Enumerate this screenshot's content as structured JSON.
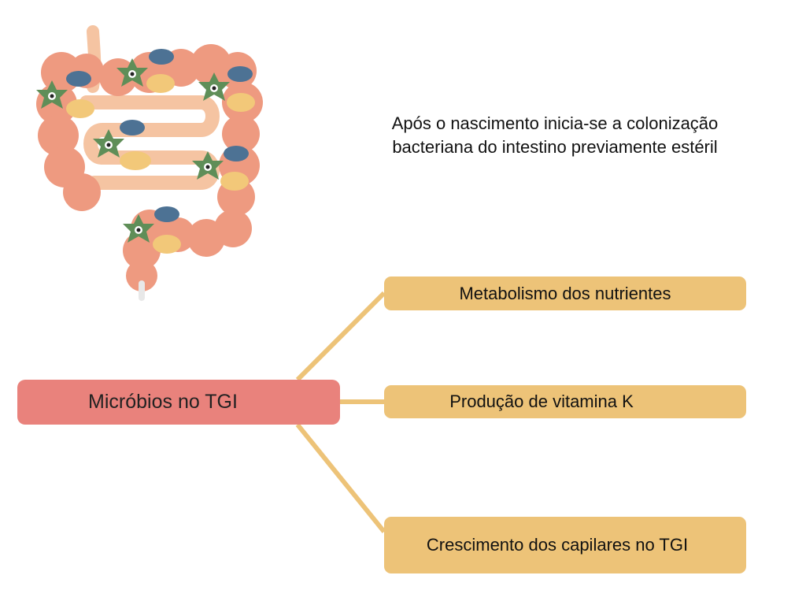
{
  "caption": {
    "line1": "Após o nascimento inicia-se a colonização",
    "line2": "bacteriana do intestino previamente estéril"
  },
  "root": {
    "label": "Micróbios no TGI"
  },
  "branches": [
    {
      "label": "Metabolismo dos nutrientes"
    },
    {
      "label": "Produção de vitamina K"
    },
    {
      "label": "Crescimento dos capilares no TGI"
    }
  ],
  "colors": {
    "root_fill": "#e9827c",
    "branch_fill": "#edc378",
    "connector": "#edc378",
    "colon": "#ee9a80",
    "small_intestine": "#f5c4a2",
    "microbe_green": "#5f8e58",
    "microbe_blue": "#4d7294",
    "microbe_yellow": "#f2c879"
  },
  "icons": [
    "intestine-illustration",
    "star-microbe-icon",
    "round-microbe-icon",
    "blob-microbe-icon"
  ]
}
